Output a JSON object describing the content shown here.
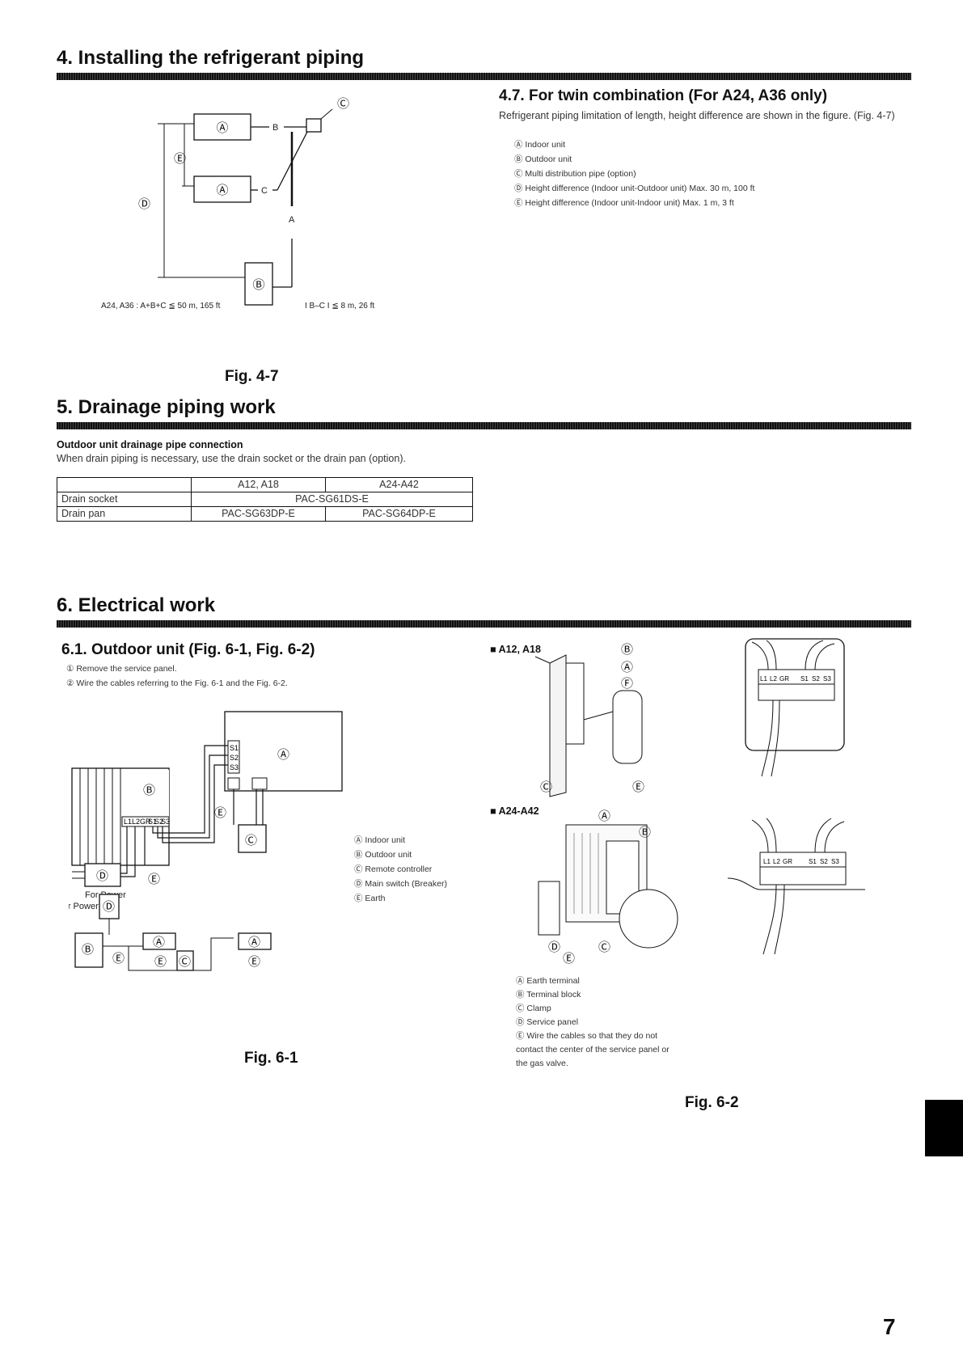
{
  "section4": {
    "title": "4. Installing the refrigerant piping",
    "sub47": {
      "title": "4.7. For twin combination (For A24, A36 only)",
      "text": "Refrigerant piping limitation of length, height difference are shown in the figure. (Fig. 4-7)",
      "legend": [
        "Ⓐ Indoor unit",
        "Ⓑ Outdoor unit",
        "Ⓒ Multi distribution pipe (option)",
        "Ⓓ Height difference (Indoor unit-Outdoor unit) Max. 30 m, 100 ft",
        "Ⓔ Height difference (Indoor unit-Indoor unit) Max. 1 m, 3 ft"
      ]
    },
    "fig": {
      "caption": "Fig. 4-7",
      "markA": "Ⓐ",
      "markB": "Ⓑ",
      "markC": "Ⓒ",
      "markD": "Ⓓ",
      "markE": "Ⓔ",
      "pipeB": "B",
      "pipeC": "C",
      "pipeA": "A",
      "formula_left": "A24, A36 : A+B+C ≦ 50 m, 165 ft",
      "formula_right": "I B–C I ≦ 8 m, 26 ft"
    }
  },
  "section5": {
    "title": "5. Drainage piping work",
    "subheading": "Outdoor unit drainage pipe connection",
    "text": "When drain piping is necessary, use the drain socket or the drain pan (option).",
    "table": {
      "header": [
        "",
        "A12, A18",
        "A24-A42"
      ],
      "rows": [
        {
          "label": "Drain socket",
          "value": "PAC-SG61DS-E"
        },
        {
          "label": "Drain pan",
          "a": "PAC-SG63DP-E",
          "b": "PAC-SG64DP-E"
        }
      ]
    }
  },
  "section6": {
    "title": "6. Electrical work",
    "sub61": {
      "title": "6.1. Outdoor unit (Fig. 6-1, Fig. 6-2)",
      "steps": [
        "① Remove the service panel.",
        "② Wire the cables referring to the Fig. 6-1 and the Fig. 6-2."
      ]
    },
    "fig61": {
      "caption": "Fig. 6-1",
      "legend": [
        "Ⓐ Indoor unit",
        "Ⓑ Outdoor unit",
        "Ⓒ Remote controller",
        "Ⓓ Main switch (Breaker)",
        "Ⓔ Earth"
      ],
      "for_power_1": "For Power",
      "for_power_2": "For Power",
      "term_s": [
        "S1",
        "S2",
        "S3"
      ],
      "term_l": [
        "L1",
        "L2",
        "GR"
      ],
      "term_s_out": [
        "S1",
        "S2",
        "S3"
      ],
      "markA": "Ⓐ",
      "markB": "Ⓑ",
      "markC": "Ⓒ",
      "markD": "Ⓓ",
      "markE": "Ⓔ"
    },
    "fig62": {
      "caption": "Fig. 6-2",
      "model1": "A12, A18",
      "model2": "A24-A42",
      "legend": [
        "Ⓐ Earth terminal",
        "Ⓑ Terminal block",
        "Ⓒ Clamp",
        "Ⓓ Service panel",
        "Ⓔ Wire the cables so that they do not contact the center of the service panel or the gas valve."
      ],
      "tb_labels": [
        "L1",
        "L2",
        "GR",
        "S1",
        "S2",
        "S3"
      ],
      "markA": "Ⓐ",
      "markB": "Ⓑ",
      "markC": "Ⓒ",
      "markD": "Ⓓ",
      "markE": "Ⓔ",
      "markF": "Ⓕ"
    }
  },
  "page_number": "7"
}
